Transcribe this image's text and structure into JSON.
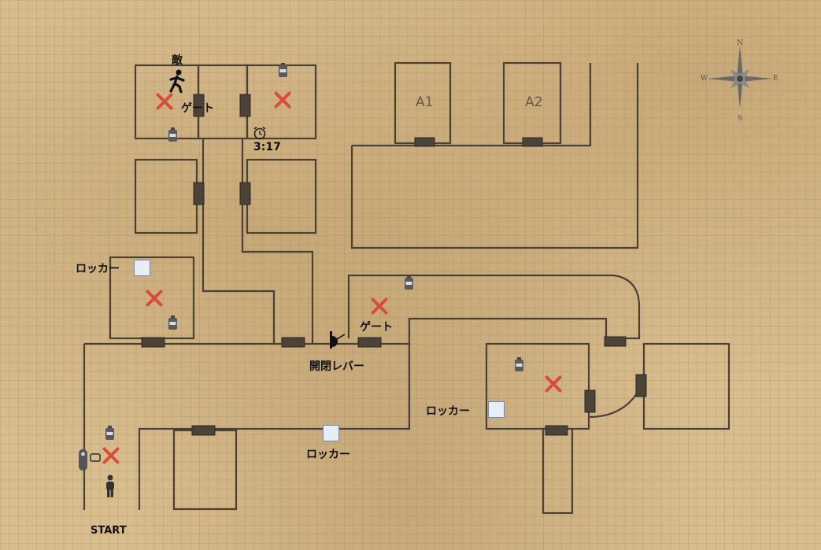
{
  "map": {
    "labels": {
      "enemy": "敵",
      "gate_top": "ゲート",
      "timer": "3:17",
      "locker_left": "ロッカー",
      "gate_center": "ゲート",
      "lever": "開閉レバー",
      "locker_right": "ロッカー",
      "locker_bottom": "ロッカー",
      "start": "START",
      "room_a1": "A1",
      "room_a2": "A2"
    },
    "compass": {
      "n": "N",
      "s": "S",
      "e": "E",
      "w": "W"
    }
  },
  "colors": {
    "parchment": "#d8bd8e",
    "wall": "#4a4034",
    "x_marker": "#d84c3c",
    "locker": "#e8eef6"
  },
  "icons": [
    "enemy-running-icon",
    "x-mark-icon",
    "bottle-icon",
    "alarm-clock-icon",
    "locker-icon",
    "lever-icon",
    "player-icon",
    "device-icon",
    "compass-icon"
  ]
}
